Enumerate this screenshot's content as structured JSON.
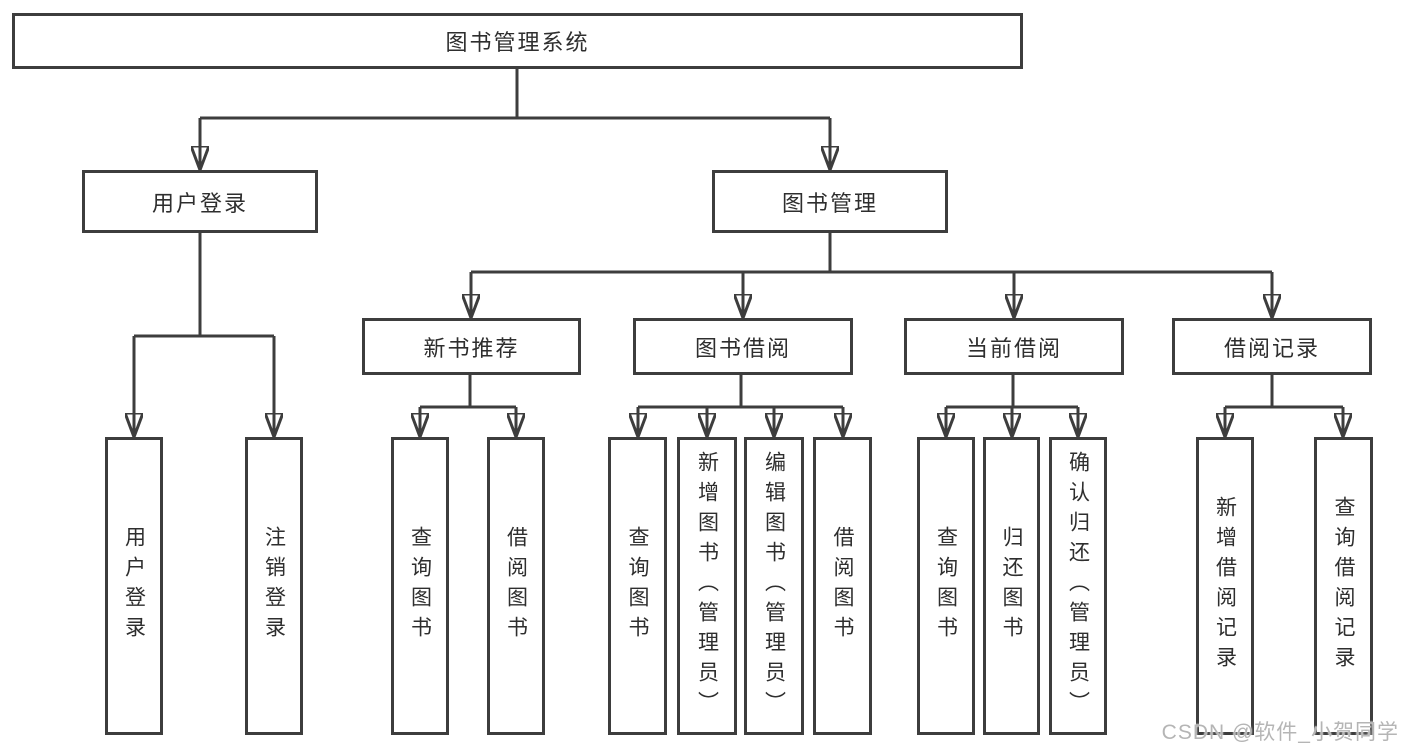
{
  "diagram": {
    "type": "tree",
    "title": "图书管理系统",
    "tree": {
      "label": "图书管理系统",
      "children": [
        {
          "label": "用户登录",
          "children": [
            {
              "label": "用户登录"
            },
            {
              "label": "注销登录"
            }
          ]
        },
        {
          "label": "图书管理",
          "children": [
            {
              "label": "新书推荐",
              "children": [
                {
                  "label": "查询图书"
                },
                {
                  "label": "借阅图书"
                }
              ]
            },
            {
              "label": "图书借阅",
              "children": [
                {
                  "label": "查询图书"
                },
                {
                  "label": "新增图书（管理员）"
                },
                {
                  "label": "编辑图书（管理员）"
                },
                {
                  "label": "借阅图书"
                }
              ]
            },
            {
              "label": "当前借阅",
              "children": [
                {
                  "label": "查询图书"
                },
                {
                  "label": "归还图书"
                },
                {
                  "label": "确认归还（管理员）"
                }
              ]
            },
            {
              "label": "借阅记录",
              "children": [
                {
                  "label": "新增借阅记录"
                },
                {
                  "label": "查询借阅记录"
                }
              ]
            }
          ]
        }
      ]
    },
    "colors": {
      "line": "#3d3d3d",
      "box_border": "#3d3d3d",
      "text": "#2e2e2e",
      "box_background": "#ffffff",
      "page_background": "#ffffff",
      "watermark": "#b5b5b5"
    }
  },
  "watermark": {
    "text": "CSDN @软件_小贺同学"
  }
}
